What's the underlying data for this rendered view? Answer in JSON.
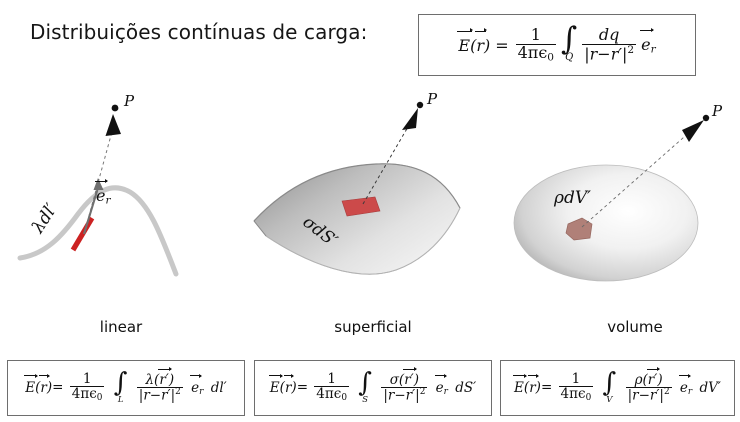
{
  "slide": {
    "title": "Distribuições contínuas de carga:",
    "background_color": "#ffffff",
    "box_border_color": "#6e6e6e",
    "accent_red": "#cc2222",
    "curve_gray": "#c8c8c8"
  },
  "main_formula": {
    "lhs_field": "E",
    "lhs_arg": "r",
    "equals": "=",
    "coeff_numerator": "1",
    "coeff_denominator": "4πϵ",
    "coeff_denominator_sub": "0",
    "integral_symbol": "∫",
    "integral_domain": "Q",
    "integrand_numerator": "dq",
    "integrand_denominator_base": "|r−r′|",
    "integrand_denominator_exp": "2",
    "unit_vector": "e",
    "unit_vector_sub": "r",
    "plain": "E(r) = 1/(4πϵ0) ∫_Q dq/|r−r′|² e_r"
  },
  "figures": [
    {
      "id": "linear",
      "caption": "linear",
      "element_label": "λdl′",
      "point_label": "P",
      "vector_label": "e",
      "vector_sub": "r",
      "shape": "curved-line",
      "element_color": "#cc2222"
    },
    {
      "id": "superficial",
      "caption": "superficial",
      "element_label": "σdS′",
      "point_label": "P",
      "shape": "curved-surface",
      "element_color": "#cc4a4a"
    },
    {
      "id": "volume",
      "caption": "volume",
      "element_label": "ρdV′",
      "point_label": "P",
      "shape": "ellipsoid",
      "element_color": "#b08078"
    }
  ],
  "formula_boxes": [
    {
      "id": "linear-formula",
      "lhs_field": "E",
      "lhs_arg": "r",
      "equals": "=",
      "coeff_numerator": "1",
      "coeff_denominator": "4πϵ",
      "coeff_denominator_sub": "0",
      "integral_symbol": "∫",
      "integral_domain": "L",
      "density_symbol": "λ",
      "density_arg": "r′",
      "denominator_base": "|r−r′|",
      "denominator_exp": "2",
      "unit_vector": "e",
      "unit_vector_sub": "r",
      "differential": "dl′",
      "plain": "E(r)=1/(4πϵ0) ∫_L λ(r′)/|r−r′|² e_r dl′"
    },
    {
      "id": "surface-formula",
      "lhs_field": "E",
      "lhs_arg": "r",
      "equals": "=",
      "coeff_numerator": "1",
      "coeff_denominator": "4πϵ",
      "coeff_denominator_sub": "0",
      "integral_symbol": "∫",
      "integral_domain": "S",
      "density_symbol": "σ",
      "density_arg": "r′",
      "denominator_base": "|r−r′|",
      "denominator_exp": "2",
      "unit_vector": "e",
      "unit_vector_sub": "r",
      "differential": "dS′",
      "plain": "E(r)=1/(4πϵ0) ∫_S σ(r′)/|r−r′|² e_r dS′"
    },
    {
      "id": "volume-formula",
      "lhs_field": "E",
      "lhs_arg": "r",
      "equals": "=",
      "coeff_numerator": "1",
      "coeff_denominator": "4πϵ",
      "coeff_denominator_sub": "0",
      "integral_symbol": "∫",
      "integral_domain": "V",
      "density_symbol": "ρ",
      "density_arg": "r′",
      "denominator_base": "|r−r′|",
      "denominator_exp": "2",
      "unit_vector": "e",
      "unit_vector_sub": "r",
      "differential": "dV′",
      "plain": "E(r)=1/(4πϵ0) ∫_V ρ(r′)/|r−r′|² e_r dV′"
    }
  ]
}
